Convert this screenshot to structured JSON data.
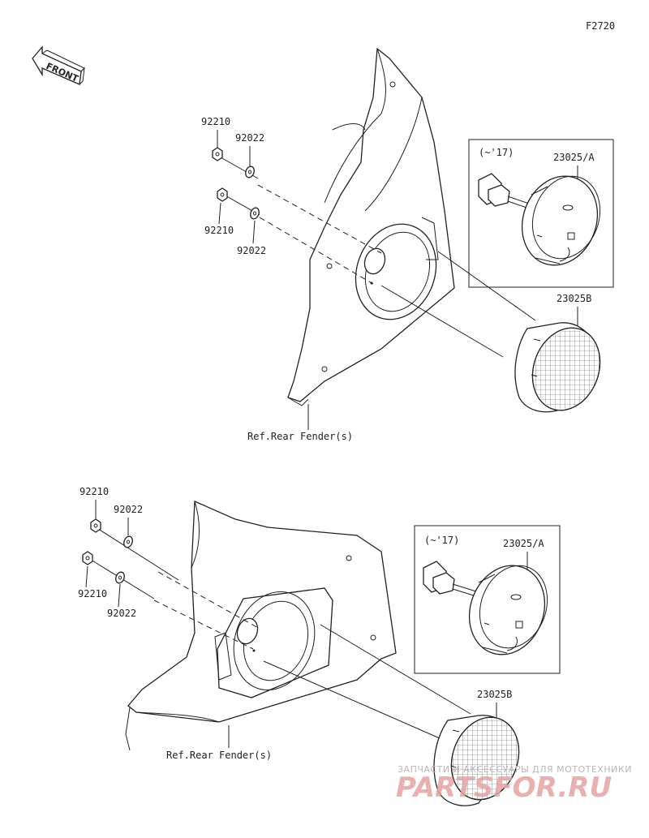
{
  "figure_id": "F2720",
  "front_label": "FRONT",
  "upper": {
    "nut_top": "92210",
    "washer_top": "92022",
    "nut_bottom": "92210",
    "washer_bottom": "92022",
    "inset_note": "(~'17)",
    "inset_part": "23025/A",
    "lamp_part": "23025B",
    "ref_label": "Ref.Rear Fender(s)"
  },
  "lower": {
    "nut_top": "92210",
    "washer_top": "92022",
    "nut_bottom": "92210",
    "washer_bottom": "92022",
    "inset_note": "(~'17)",
    "inset_part": "23025/A",
    "lamp_part": "23025B",
    "ref_label": "Ref.Rear Fender(s)"
  },
  "watermark": {
    "line1": "ЗАПЧАСТИ И АКСЕССУАРЫ ДЛЯ МОТОТЕХНИКИ",
    "line2": "PARTSFOR.RU"
  }
}
